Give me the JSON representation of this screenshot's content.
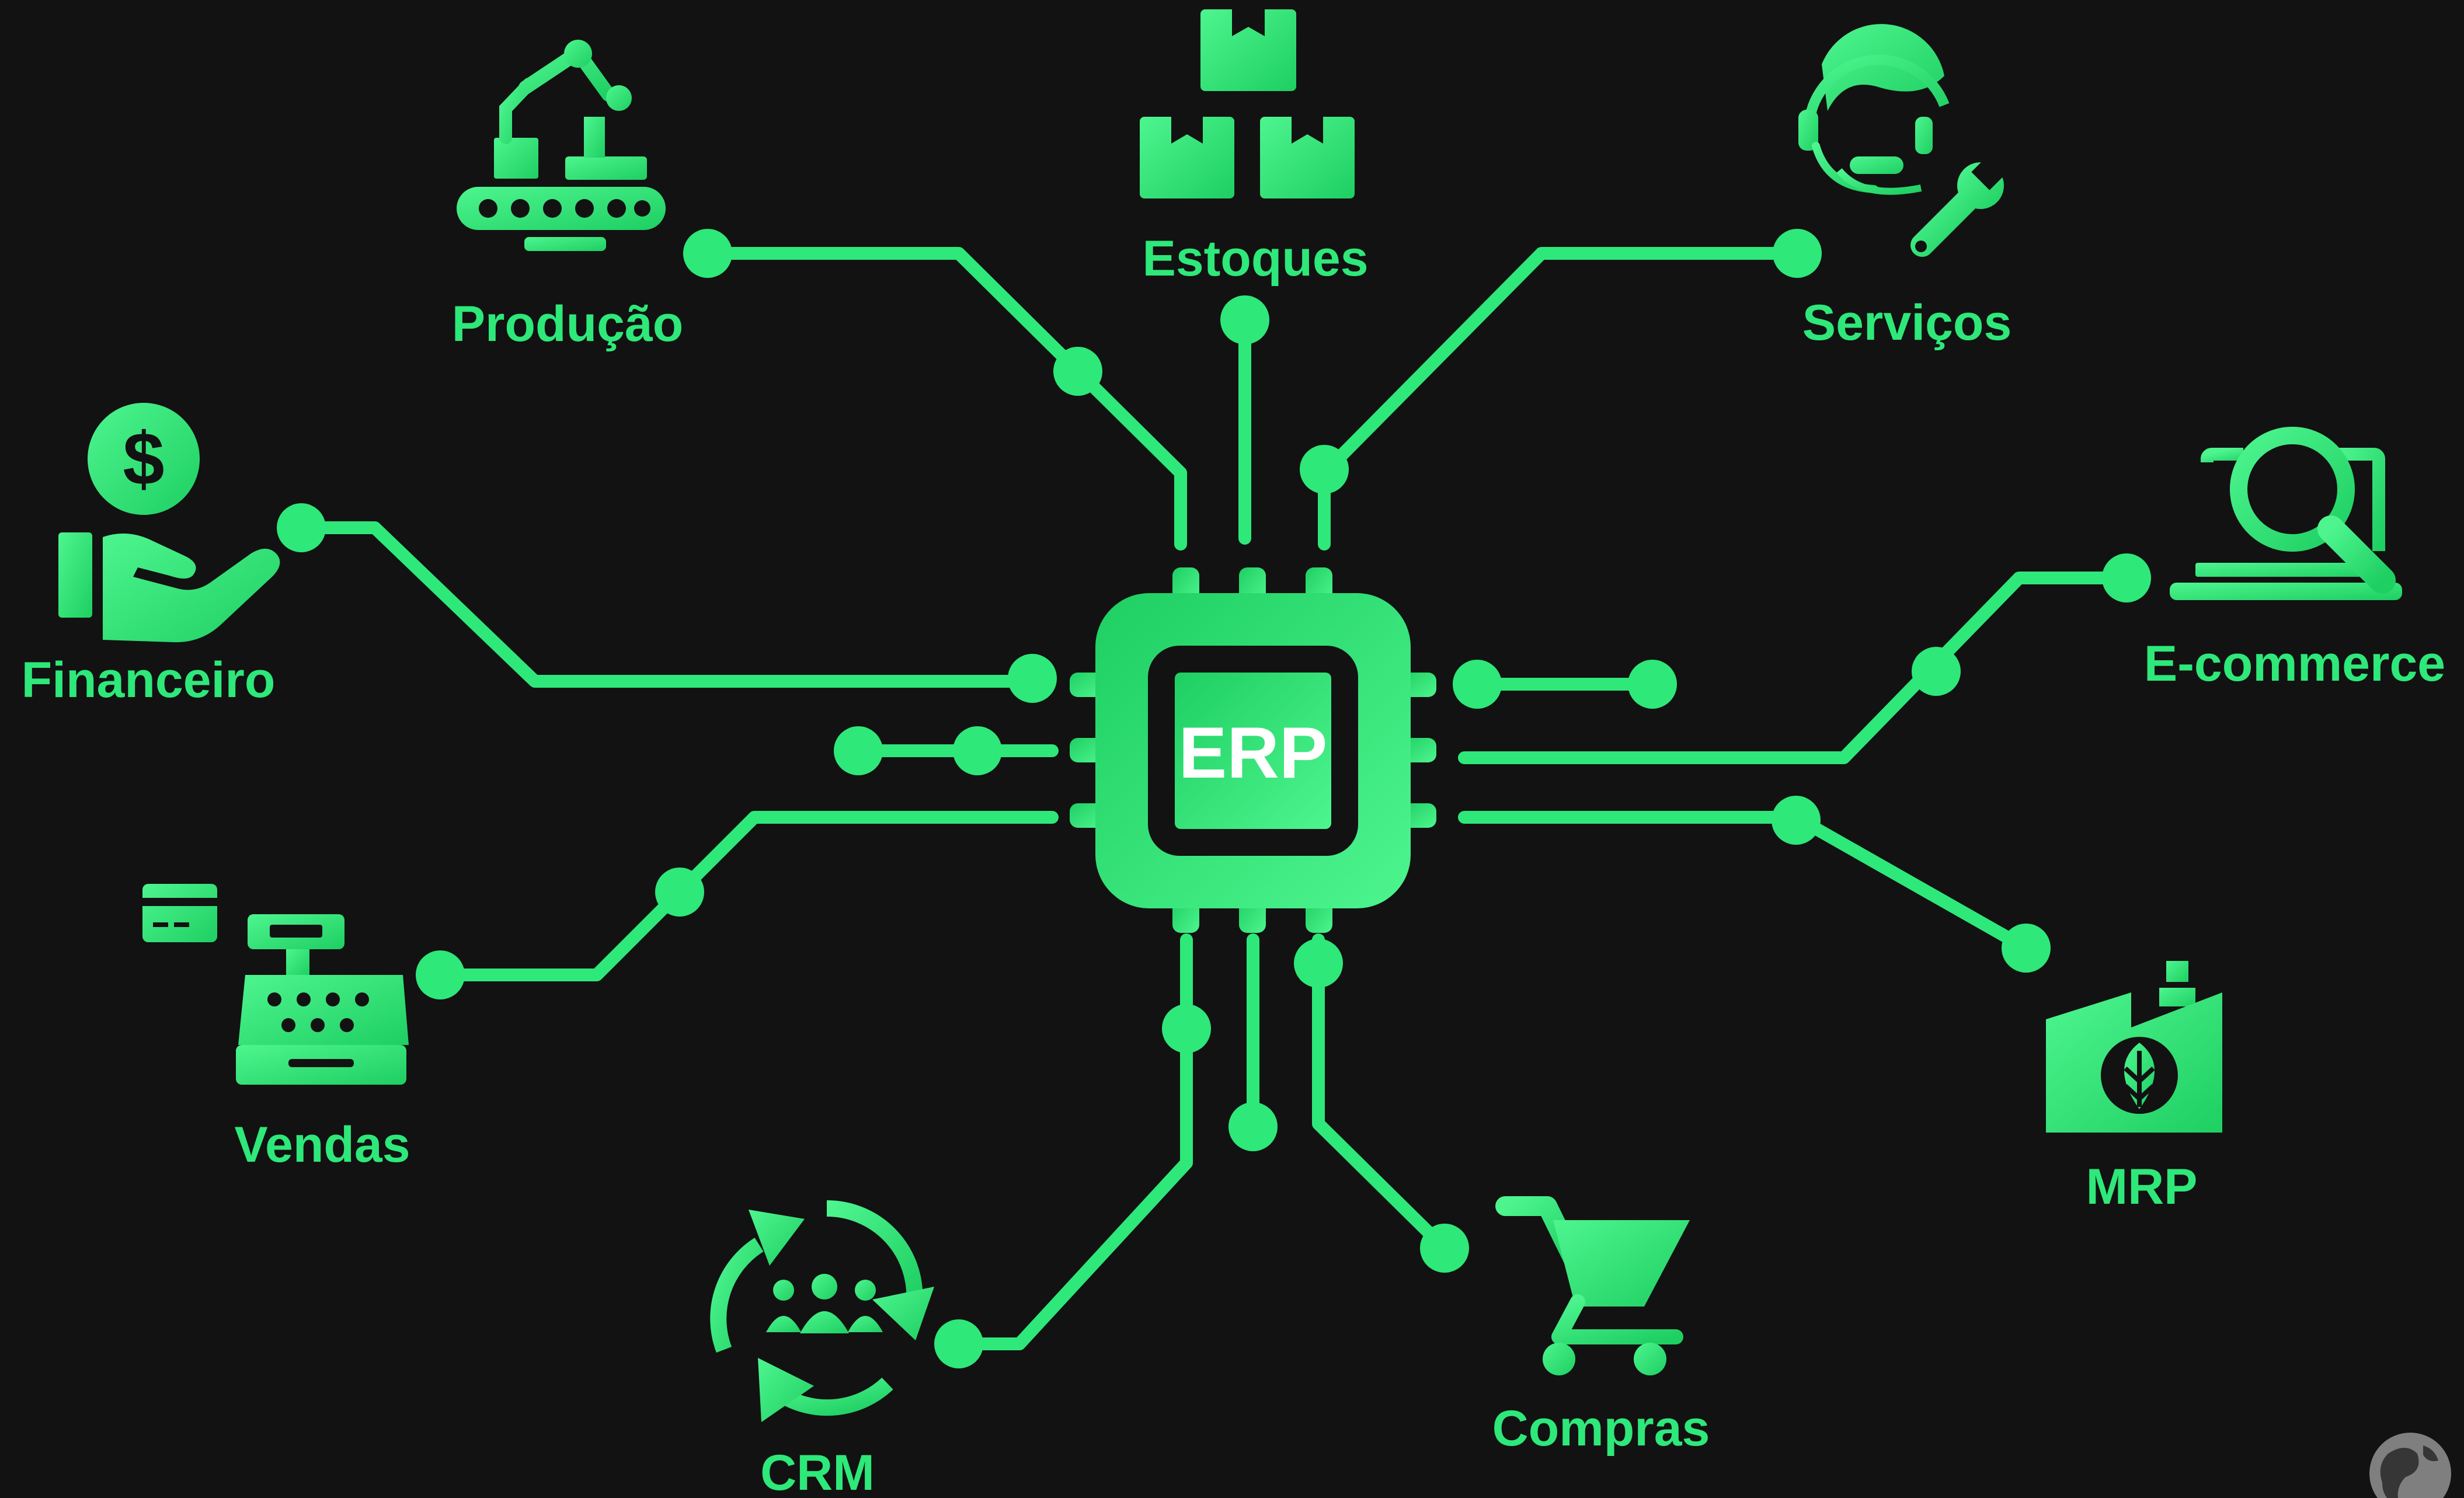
{
  "colors": {
    "background": "#121212",
    "accent_light": "#4ef58f",
    "accent_dark": "#1ecf62",
    "chip_label": "#ffffff"
  },
  "chip": {
    "label": "ERP"
  },
  "modules": [
    {
      "id": "estoques",
      "label": "Estoques",
      "icon": "boxes-icon"
    },
    {
      "id": "producao",
      "label": "Produção",
      "icon": "robot-arm-conveyor-icon"
    },
    {
      "id": "servicos",
      "label": "Serviços",
      "icon": "support-agent-wrench-icon"
    },
    {
      "id": "financeiro",
      "label": "Financeiro",
      "icon": "hand-dollar-icon"
    },
    {
      "id": "ecommerce",
      "label": "E-commerce",
      "icon": "laptop-search-icon"
    },
    {
      "id": "vendas",
      "label": "Vendas",
      "icon": "cash-register-icon"
    },
    {
      "id": "mrp",
      "label": "MRP",
      "icon": "factory-leaf-icon"
    },
    {
      "id": "crm",
      "label": "CRM",
      "icon": "people-cycle-icon"
    },
    {
      "id": "compras",
      "label": "Compras",
      "icon": "shopping-cart-icon"
    }
  ],
  "watermark": {
    "icon": "globe-icon"
  }
}
